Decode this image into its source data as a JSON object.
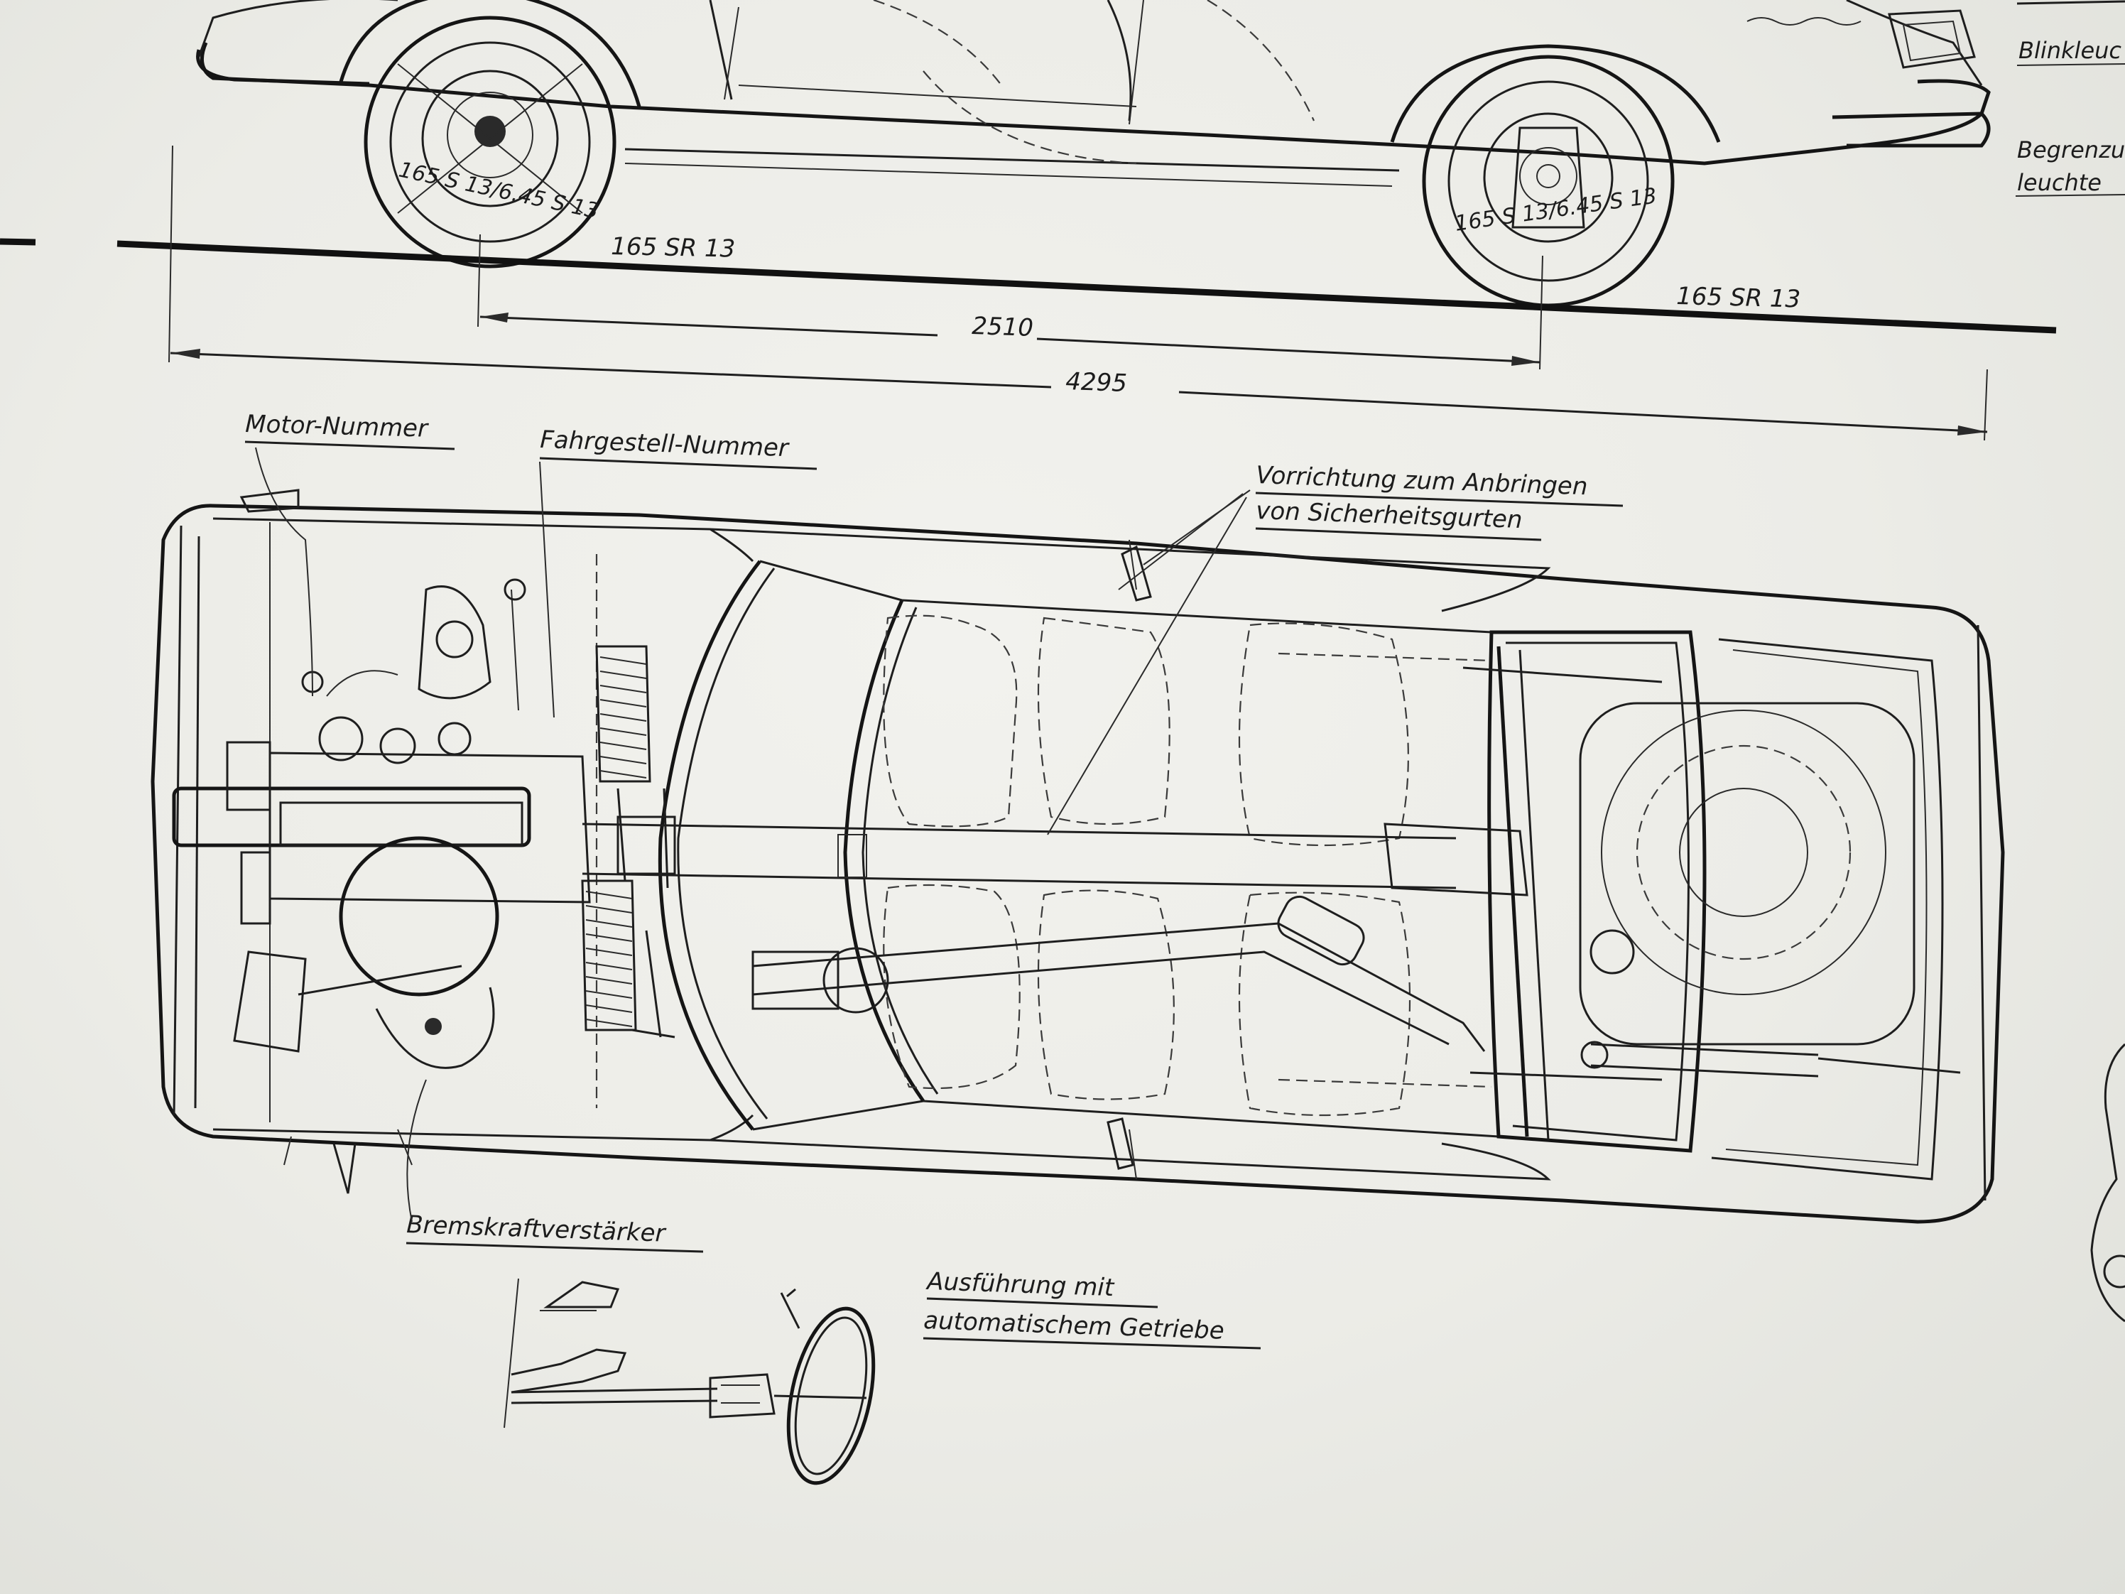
{
  "dimensions": {
    "wheelbase": "2510",
    "overall_length": "4295"
  },
  "tires": {
    "front_label": "165 SR 13",
    "rear_label": "165 SR 13",
    "front_sidewall": "165 S 13/6.45 S 13",
    "rear_sidewall": "165 S 13/6.45 S 13"
  },
  "callouts": {
    "motor_nummer": "Motor-Nummer",
    "fahrgestell_nummer": "Fahrgestell-Nummer",
    "sicherheitsgurten_line1": "Vorrichtung zum Anbringen",
    "sicherheitsgurten_line2": "von Sicherheitsgurten",
    "bremskraftverstaerker": "Bremskraftverstärker",
    "automatik_line1": "Ausführung mit",
    "automatik_line2": "automatischem Getriebe"
  },
  "side_labels": {
    "blinkleuchte": "Blinkleuc",
    "begrenzung_line1": "Begrenzu",
    "begrenzung_line2": "leuchte"
  }
}
